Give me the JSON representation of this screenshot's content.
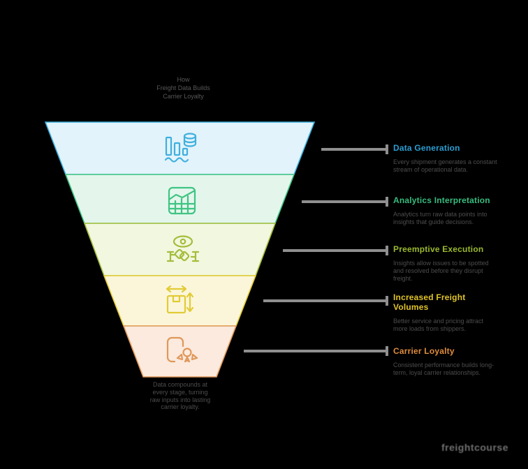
{
  "background": "#000000",
  "title": {
    "lines": [
      "How",
      "Freight Data Builds",
      "Carrier Loyalty"
    ]
  },
  "funnel": {
    "type": "funnel",
    "stages": [
      {
        "label": "Data Generation",
        "description": "Every shipment generates a constant stream of operational data.",
        "fill": "#e2f3fb",
        "stroke": "#3fb0de",
        "label_color": "#2b9ed3",
        "icon": "bar-chart-database-icon"
      },
      {
        "label": "Analytics Interpretation",
        "description": "Analytics turn raw data points into insights that guide decisions.",
        "fill": "#e4f6ec",
        "stroke": "#3fc482",
        "label_color": "#36bd7f",
        "icon": "spreadsheet-chart-icon"
      },
      {
        "label": "Preemptive Execution",
        "description": "Insights allow issues to be spotted and resolved before they disrupt freight.",
        "fill": "#f2f7df",
        "stroke": "#a3bd3b",
        "label_color": "#9ab92f",
        "icon": "handshake-visibility-icon"
      },
      {
        "label": "Increased Freight\nVolumes",
        "description": "Better service and pricing attract more loads from shippers.",
        "fill": "#fbf6da",
        "stroke": "#e2cb35",
        "label_color": "#e0c327",
        "icon": "package-dimensions-icon"
      },
      {
        "label": "Carrier Loyalty",
        "description": "Consistent performance builds long-term, loyal carrier relationships.",
        "fill": "#fbeadd",
        "stroke": "#e0975a",
        "label_color": "#df8c3c",
        "icon": "phone-award-badge-icon"
      }
    ]
  },
  "chart_data": {
    "type": "funnel",
    "title": "How Freight Data Builds Carrier Loyalty",
    "categories": [
      "Data Generation",
      "Analytics Interpretation",
      "Preemptive Execution",
      "Increased Freight Volumes",
      "Carrier Loyalty"
    ],
    "values": [
      5,
      4,
      3,
      2,
      1
    ],
    "legend_position": "right",
    "colors": [
      "#3fb0de",
      "#3fc482",
      "#a3bd3b",
      "#e2cb35",
      "#e0975a"
    ]
  },
  "caption": "Data compounds at every stage, turning raw inputs into lasting carrier loyalty.",
  "watermark": "freightcourse",
  "connector_color": "#8f8f8f"
}
